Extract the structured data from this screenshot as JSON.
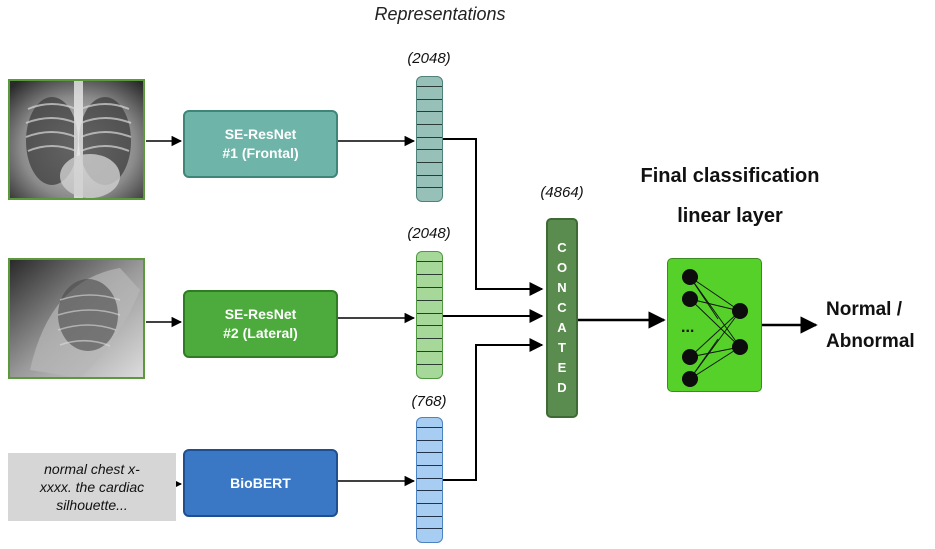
{
  "header": {
    "title": "Representations"
  },
  "inputs": {
    "text_snippet": "normal chest x-\nxxxx. the cardiac\nsilhouette..."
  },
  "models": [
    {
      "id": "frontal",
      "label": "SE-ResNet\n#1 (Frontal)"
    },
    {
      "id": "lateral",
      "label": "SE-ResNet\n#2 (Lateral)"
    },
    {
      "id": "bert",
      "label": "BioBERT"
    }
  ],
  "representations": [
    {
      "dim_label": "(2048)",
      "cells": 9
    },
    {
      "dim_label": "(2048)",
      "cells": 9
    },
    {
      "dim_label": "(768)",
      "cells": 9
    }
  ],
  "concat": {
    "dim_label": "(4864)",
    "letters": [
      "C",
      "O",
      "N",
      "C",
      "A",
      "T",
      "E",
      "D"
    ]
  },
  "classifier": {
    "title": "Final classification\nlinear layer",
    "dots": "..."
  },
  "output": {
    "label": "Normal /\nAbnormal"
  },
  "colors": {
    "frontal": "#6fb4a8",
    "lateral": "#4cab3c",
    "bert": "#3a77c4",
    "concat": "#5a8b4f",
    "classifier": "#55d12a"
  }
}
